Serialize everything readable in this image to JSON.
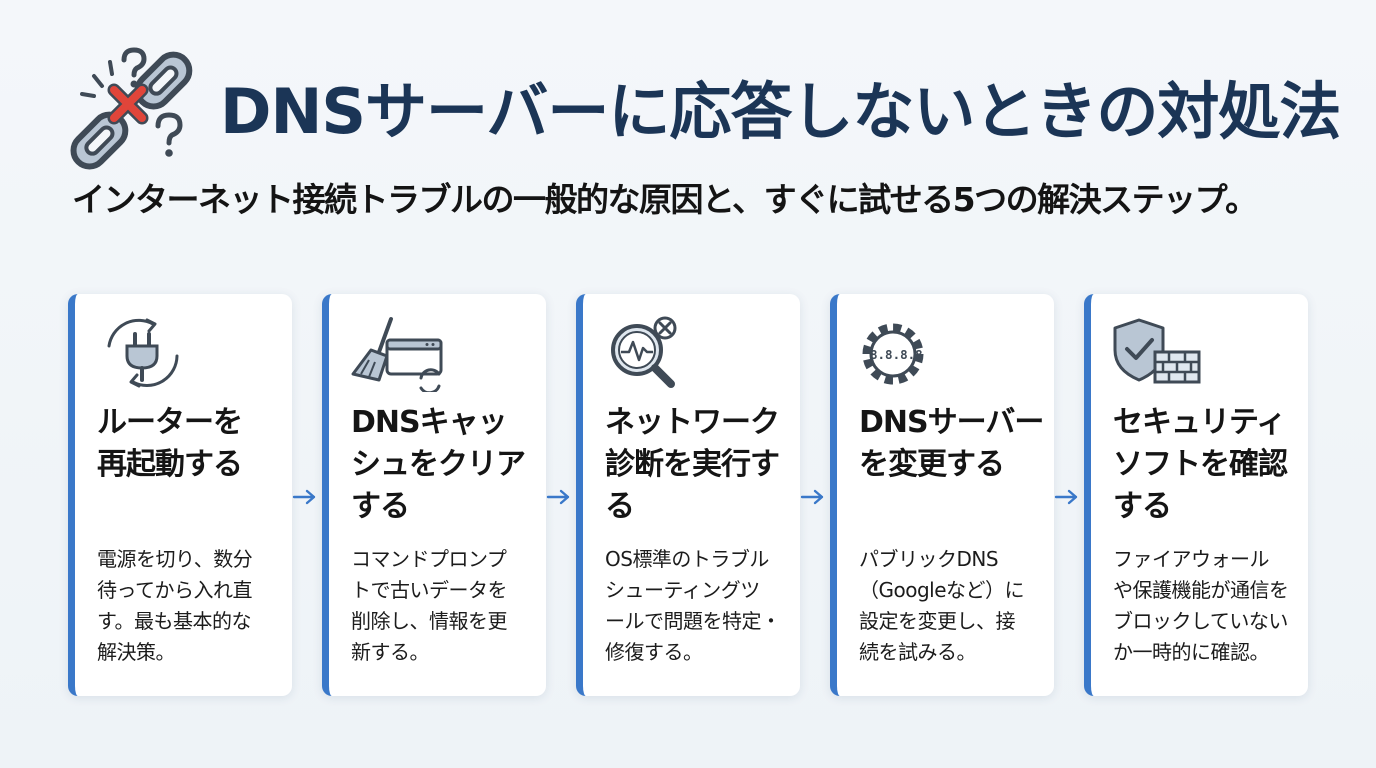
{
  "title": "DNSサーバーに応答しないときの対処法",
  "subtitle": "インターネット接続トラブルの一般的な原因と、すぐに試せる5つの解決ステップ。",
  "steps": [
    {
      "icon": "plug-restart-icon",
      "title_lines": [
        "ルーターを",
        "再起動する"
      ],
      "desc_lines": [
        "電源を切り、数分",
        "待ってから入れ直",
        "す。最も基本的な",
        "解決策。"
      ]
    },
    {
      "icon": "broom-cache-icon",
      "title_lines": [
        "DNSキャッ",
        "シュをクリア",
        "する"
      ],
      "desc_lines": [
        "コマンドプロンプ",
        "トで古いデータを",
        "削除し、情報を更",
        "新する。"
      ]
    },
    {
      "icon": "magnifier-diagnostic-icon",
      "title_lines": [
        "ネットワーク",
        "診断を実行す",
        "る"
      ],
      "desc_lines": [
        "OS標準のトラブル",
        "シューティングツ",
        "ールで問題を特定・",
        "修復する。"
      ]
    },
    {
      "icon": "gear-dns-icon",
      "icon_text": "8.8.8.8",
      "title_lines": [
        "DNSサーバー",
        "を変更する"
      ],
      "desc_lines": [
        "パブリックDNS",
        "（Googleなど）に",
        "設定を変更し、接",
        "続を試みる。"
      ]
    },
    {
      "icon": "shield-firewall-icon",
      "title_lines": [
        "セキュリティ",
        "ソフトを確認",
        "する"
      ],
      "desc_lines": [
        "ファイアウォール",
        "や保護機能が通信を",
        "ブロックしていない",
        "か一時的に確認。"
      ]
    }
  ],
  "colors": {
    "title": "#1b3556",
    "accent": "#3a78c9",
    "icon_stroke": "#3f4a56",
    "icon_fill": "#b9c6d4",
    "alert_red": "#e0453a"
  }
}
